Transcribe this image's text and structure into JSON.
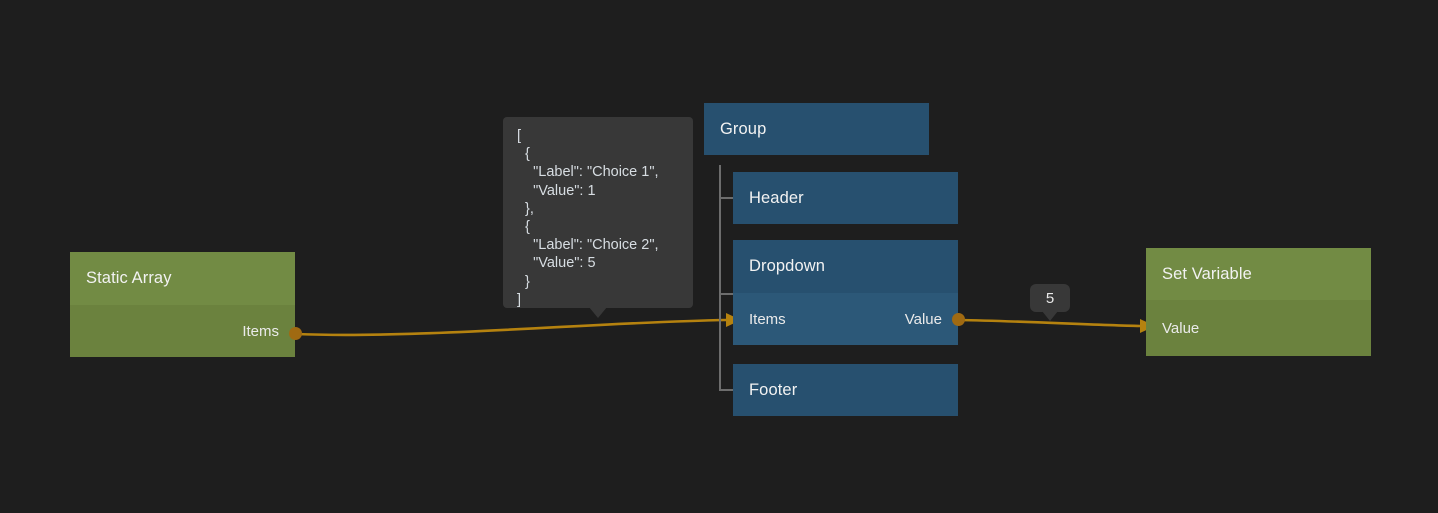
{
  "canvas": {
    "background": "#1e1e1e",
    "wire_color": "#b5820f",
    "port_color": "#a06a12"
  },
  "nodes": {
    "static_array": {
      "title": "Static Array",
      "output_port_label": "Items",
      "color": "#6b823e"
    },
    "group": {
      "title": "Group",
      "color": "#27506f"
    },
    "header": {
      "title": "Header",
      "color": "#27506f"
    },
    "dropdown": {
      "title": "Dropdown",
      "input_port_label": "Items",
      "output_port_label": "Value",
      "color": "#27506f"
    },
    "footer": {
      "title": "Footer",
      "color": "#27506f"
    },
    "set_variable": {
      "title": "Set Variable",
      "input_port_label": "Value",
      "color": "#6b823e"
    }
  },
  "tooltip": {
    "json_preview": "[\n  {\n    \"Label\": \"Choice 1\",\n    \"Value\": 1\n  },\n  {\n    \"Label\": \"Choice 2\",\n    \"Value\": 5\n  }\n]"
  },
  "badge": {
    "value": "5"
  }
}
